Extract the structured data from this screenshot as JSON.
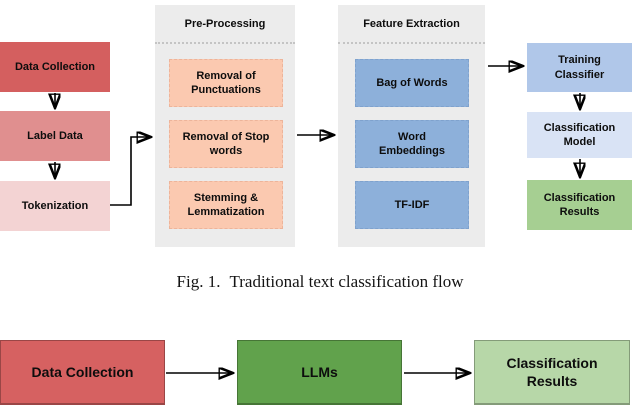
{
  "palette": {
    "red_dark": "#d45f5f",
    "red_mid": "#e08f8f",
    "red_light": "#f3d3d3",
    "peach": "#fbc9b0",
    "blue_mid": "#8db0da",
    "blue_training": "#b0c7e9",
    "blue_model": "#d9e3f5",
    "green_results_top": "#a6cf92",
    "green_llms": "#61a24c",
    "green_results_bottom": "#b7d7a8",
    "container_gray": "#ececec"
  },
  "fig1": {
    "left_boxes": [
      "Data Collection",
      "Label Data",
      "Tokenization"
    ],
    "preprocessing_title": "Pre-Processing",
    "preprocessing_boxes": [
      "Removal of Punctuations",
      "Removal of Stop words",
      "Stemming & Lemmatization"
    ],
    "feature_title": "Feature Extraction",
    "feature_boxes": [
      "Bag of Words",
      "Word Embeddings",
      "TF-IDF"
    ],
    "right_boxes": [
      "Training Classifier",
      "Classification Model",
      "Classification Results"
    ],
    "caption_label": "Fig. 1.",
    "caption_text": "Traditional text classification flow"
  },
  "fig2": {
    "boxes": [
      "Data Collection",
      "LLMs",
      "Classification Results"
    ]
  }
}
